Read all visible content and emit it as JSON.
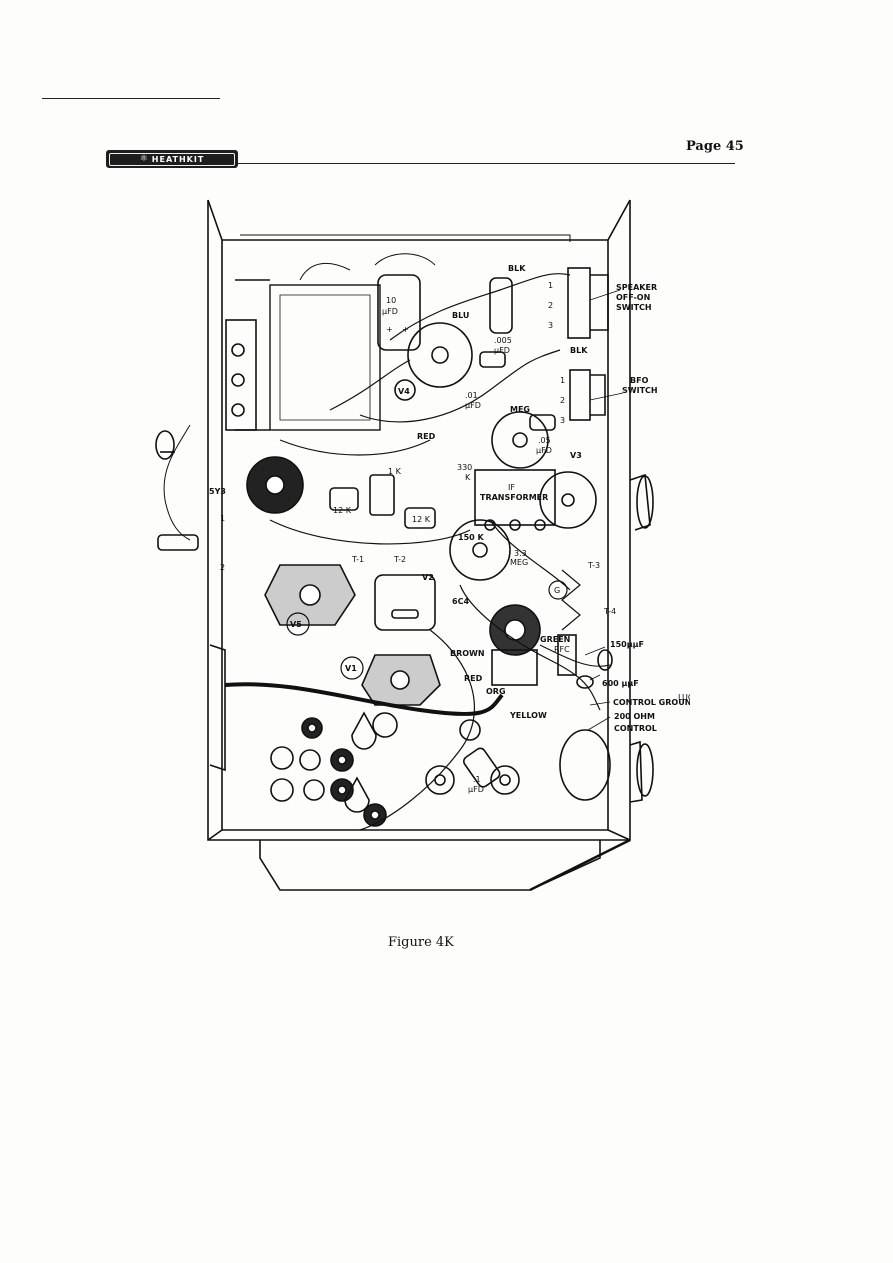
{
  "header": {
    "brand": "HEATHKIT",
    "brand_icon": "heathkit-logo-mark",
    "page_number": "Page 45"
  },
  "figure": {
    "caption": "Figure 4K",
    "labels": {
      "blk_top": "BLK",
      "speaker_switch": [
        "SPEAKER",
        "OFF-ON",
        "SWITCH"
      ],
      "blk_mid": "BLK",
      "bfo_switch": [
        "BFO",
        "SWITCH"
      ],
      "cap_10ufd": [
        "10",
        "µFD"
      ],
      "blu": "BLU",
      "cap_005": [
        ".005",
        "µFD"
      ],
      "v4": "V4",
      "cap_01": [
        ".01",
        "µFD"
      ],
      "meg": "MEG",
      "cap_05": [
        ".05",
        "µFD"
      ],
      "v3": "V3",
      "red": "RED",
      "r_1k": "1 K",
      "r_330k": [
        "330",
        "K"
      ],
      "if_transformer": [
        "IF",
        "TRANSFORMER"
      ],
      "tube_5y3": "5Y3",
      "r_12k_a": "12 K",
      "r_12k_b": "12 K",
      "r_150k": "150 K",
      "r_33meg": [
        "3.3",
        "MEG"
      ],
      "t1": "T-1",
      "t2": "T-2",
      "v2": "V2",
      "tube_6c4": "6C4",
      "t3": "T-3",
      "t4": "T-4",
      "g": "G",
      "v5": "V5",
      "green": "GREEN",
      "rfc": "RFC",
      "cap_150": "150µµF",
      "brown": "BROWN",
      "cap_600": "600 µµF",
      "v1": "V1",
      "red_low": "RED",
      "org": "ORG",
      "yellow": "YELLOW",
      "control_ground": "CONTROL GROUND",
      "lug": "LUG",
      "ohm_control": [
        "200 OHM",
        "CONTROL"
      ],
      "cap_1ufd": [
        ".1",
        "µFD"
      ],
      "lug1": "1",
      "lug2": "2",
      "sw1": "1",
      "sw2": "2",
      "sw3": "3",
      "bfo1": "1",
      "bfo2": "2",
      "bfo3": "3",
      "plus1": "+",
      "plus2": "+"
    }
  }
}
